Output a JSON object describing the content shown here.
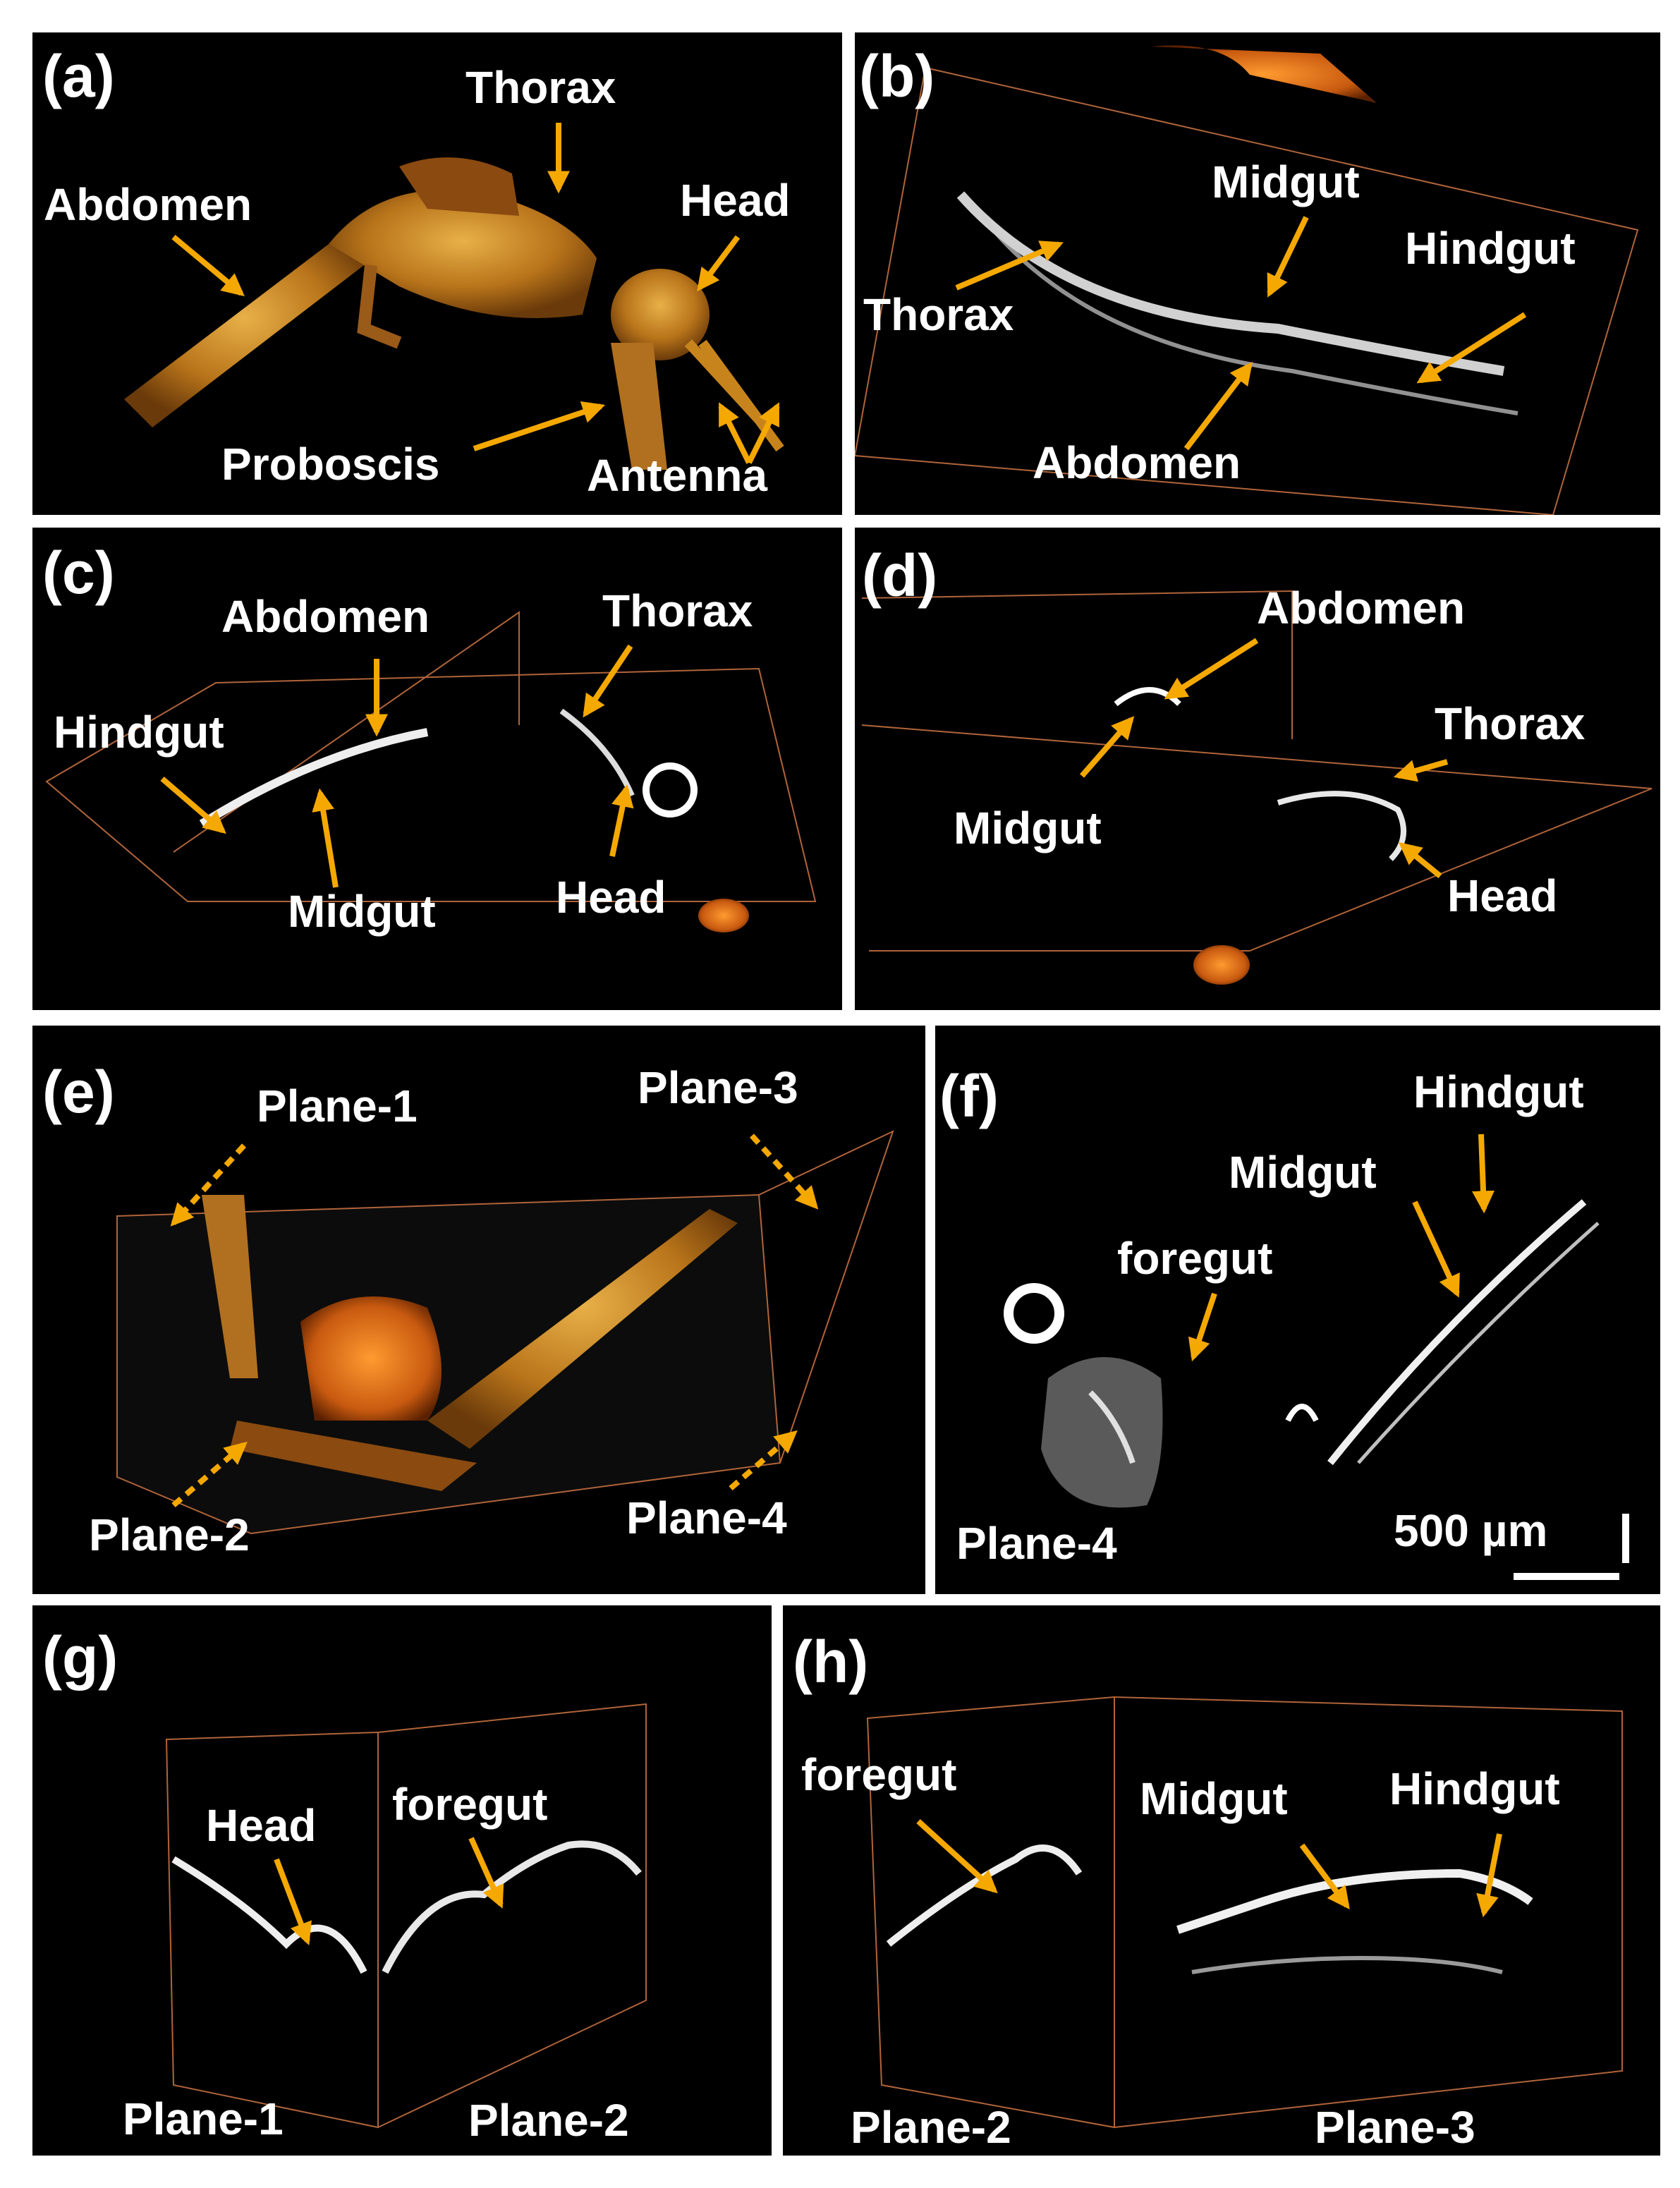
{
  "colors": {
    "arrow": "#f5a800",
    "annotation_text": "#ffffff",
    "background": "#000000",
    "tissue_gold": "#c8841c",
    "frame": "#b0643a"
  },
  "panels": {
    "a": {
      "tag": "(a)",
      "labels": {
        "thorax": "Thorax",
        "abdomen": "Abdomen",
        "head": "Head",
        "proboscis": "Proboscis",
        "antenna": "Antenna"
      }
    },
    "b": {
      "tag": "(b)",
      "labels": {
        "midgut": "Midgut",
        "hindgut": "Hindgut",
        "thorax": "Thorax",
        "abdomen": "Abdomen"
      }
    },
    "c": {
      "tag": "(c)",
      "labels": {
        "abdomen": "Abdomen",
        "thorax": "Thorax",
        "hindgut": "Hindgut",
        "midgut": "Midgut",
        "head": "Head"
      }
    },
    "d": {
      "tag": "(d)",
      "labels": {
        "abdomen": "Abdomen",
        "thorax": "Thorax",
        "midgut": "Midgut",
        "head": "Head"
      }
    },
    "e": {
      "tag": "(e)",
      "labels": {
        "plane1": "Plane-1",
        "plane3": "Plane-3",
        "plane2": "Plane-2",
        "plane4": "Plane-4"
      }
    },
    "f": {
      "tag": "(f)",
      "labels": {
        "hindgut": "Hindgut",
        "midgut": "Midgut",
        "foregut": "foregut",
        "plane4": "Plane-4",
        "scale": "500 µm"
      }
    },
    "g": {
      "tag": "(g)",
      "labels": {
        "head": "Head",
        "foregut": "foregut",
        "plane1": "Plane-1",
        "plane2": "Plane-2"
      }
    },
    "h": {
      "tag": "(h)",
      "labels": {
        "foregut": "foregut",
        "midgut": "Midgut",
        "hindgut": "Hindgut",
        "plane2": "Plane-2",
        "plane3": "Plane-3"
      }
    }
  }
}
